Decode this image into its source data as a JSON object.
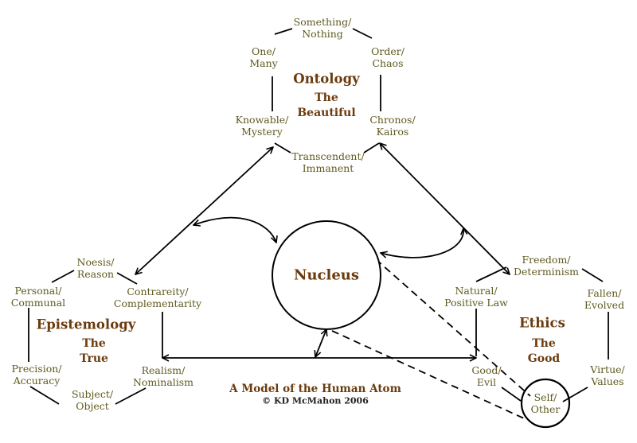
{
  "ontology": {
    "title": "Ontology",
    "subtitle": "The\nBeautiful",
    "items": [
      "Something/\nNothing",
      "Order/\nChaos",
      "Chronos/\nKairos",
      "Transcendent/\nImmanent",
      "Knowable/\nMystery",
      "One/\nMany"
    ]
  },
  "epistemology": {
    "title": "Epistemology",
    "subtitle": "The\nTrue",
    "items": [
      "Noesis/\nReason",
      "Contrareity/\nComplementarity",
      "Realism/\nNominalism",
      "Subject/\nObject",
      "Precision/\nAccuracy",
      "Personal/\nCommunal"
    ]
  },
  "ethics": {
    "title": "Ethics",
    "subtitle": "The\nGood",
    "items": [
      "Freedom/\nDeterminism",
      "Fallen/\nEvolved",
      "Virtue/\nValues",
      "Self/\nOther",
      "Good/\nEvil",
      "Natural/\nPositive Law"
    ]
  },
  "nucleus": {
    "label": "Nucleus"
  },
  "caption": {
    "title": "A Model of the Human Atom",
    "credit": "© KD McMahon 2006"
  },
  "colors": {
    "label": "#5f5a1f",
    "title": "#6b3b0e",
    "line": "#000000"
  }
}
